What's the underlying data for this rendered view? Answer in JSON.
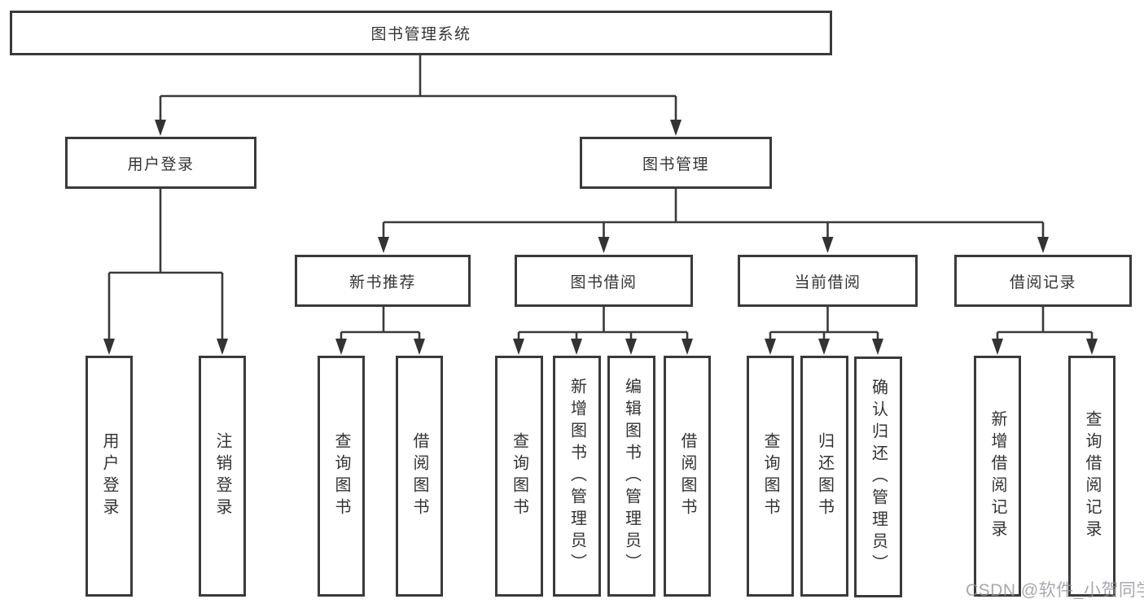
{
  "tree": {
    "root": "图书管理系统",
    "branches": [
      {
        "label": "用户登录",
        "children": [
          "用户登录",
          "注销登录"
        ]
      },
      {
        "label": "图书管理",
        "groups": [
          {
            "label": "新书推荐",
            "children": [
              "查询图书",
              "借阅图书"
            ]
          },
          {
            "label": "图书借阅",
            "children": [
              "查询图书",
              "新增图书（管理员）",
              "编辑图书（管理员）",
              "借阅图书"
            ]
          },
          {
            "label": "当前借阅",
            "children": [
              "查询图书",
              "归还图书",
              "确认归还（管理员）"
            ]
          },
          {
            "label": "借阅记录",
            "children": [
              "新增借阅记录",
              "查询借阅记录"
            ]
          }
        ]
      }
    ]
  },
  "colors": {
    "line": "#3a3a3a",
    "border": "#3a3a3a",
    "text": "#333333",
    "watermark": "#8e939a",
    "background": "#ffffff"
  },
  "watermark": "CSDN @软件_小贺同学"
}
